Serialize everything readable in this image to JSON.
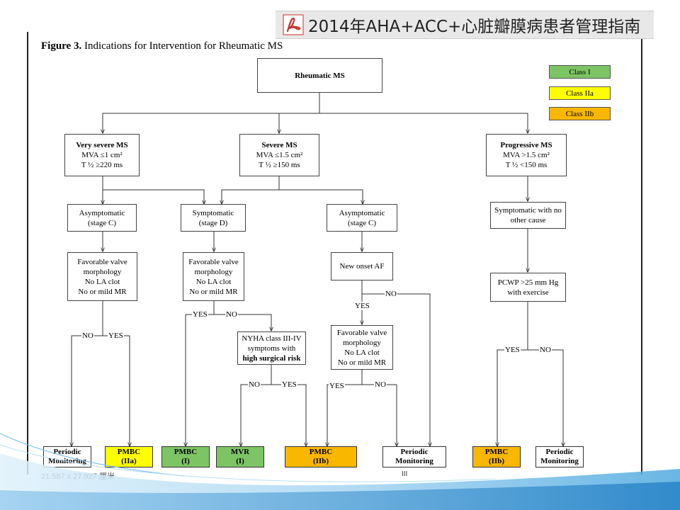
{
  "banner": {
    "title": "2014年AHA+ACC+心脏瓣膜病患者管理指南",
    "icon": "pdf-icon"
  },
  "figure": {
    "label": "Figure 3.",
    "title": "Indications for Intervention for Rheumatic MS"
  },
  "legend": [
    {
      "label": "Class I",
      "color": "#7dc464"
    },
    {
      "label": "Class IIa",
      "color": "#fefe00"
    },
    {
      "label": "Class IIb",
      "color": "#f9b700"
    }
  ],
  "nodes": {
    "root": "Rheumatic MS",
    "very_severe": {
      "title": "Very severe MS",
      "l1": "MVA ≤1 cm²",
      "l2": "T ½ ≥220 ms"
    },
    "severe": {
      "title": "Severe MS",
      "l1": "MVA ≤1.5 cm²",
      "l2": "T ½ ≥150 ms"
    },
    "progressive": {
      "title": "Progressive MS",
      "l1": "MVA >1.5 cm²",
      "l2": "T ½ <150 ms"
    },
    "asym_c_left": {
      "l1": "Asymptomatic",
      "l2": "(stage C)"
    },
    "symp_d": {
      "l1": "Symptomatic",
      "l2": "(stage D)"
    },
    "asym_c_right": {
      "l1": "Asymptomatic",
      "l2": "(stage C)"
    },
    "symp_other": {
      "l1": "Symptomatic with no",
      "l2": "other cause"
    },
    "fav_left": {
      "l1": "Favorable valve",
      "l2": "morphology",
      "l3": "No LA clot",
      "l4": "No or mild MR"
    },
    "fav_mid": {
      "l1": "Favorable valve",
      "l2": "morphology",
      "l3": "No LA clot",
      "l4": "No or mild MR"
    },
    "new_af": "New onset AF",
    "pcwp": {
      "l1": "PCWP >25 mm Hg",
      "l2": "with exercise"
    },
    "nyha": {
      "l1": "NYHA class III-IV",
      "l2": "symptoms with",
      "l3": "high  surgical risk"
    },
    "fav_right": {
      "l1": "Favorable valve",
      "l2": "morphology",
      "l3": "No LA clot",
      "l4": "No or mild MR"
    }
  },
  "branch_labels": {
    "no": "NO",
    "yes": "YES"
  },
  "outcomes": [
    {
      "l1": "Periodic",
      "l2": "Monitoring"
    },
    {
      "l1": "PMBC",
      "l2": "(IIa)"
    },
    {
      "l1": "PMBC",
      "l2": "(I)"
    },
    {
      "l1": "MVR",
      "l2": "(I)"
    },
    {
      "l1": "PMBC",
      "l2": "(IIb)"
    },
    {
      "l1": "Periodic",
      "l2": "Monitoring"
    },
    {
      "l1": "PMBC",
      "l2": "(IIb)"
    },
    {
      "l1": "Periodic",
      "l2": "Monitoring"
    }
  ],
  "status": {
    "dimensions": "21.587 x 27.927 厘米",
    "mark": "III"
  }
}
